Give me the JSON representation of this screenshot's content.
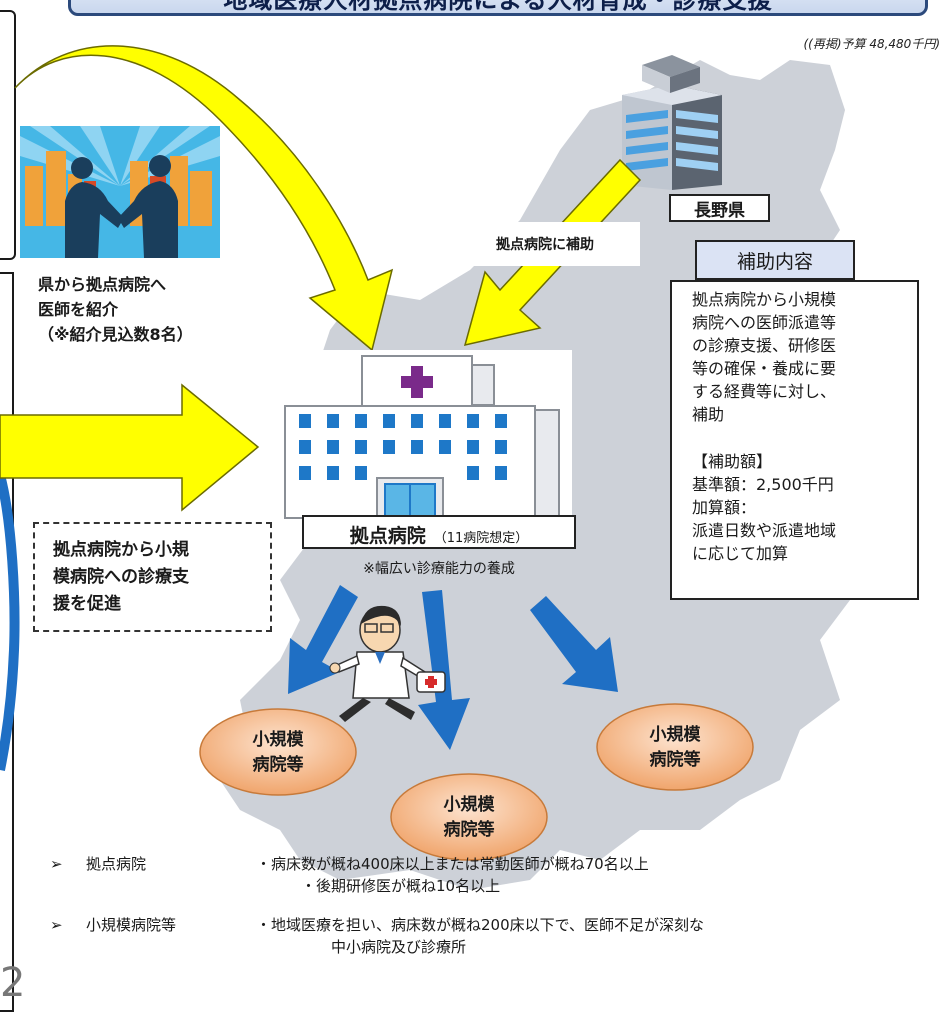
{
  "header": {
    "title": "地域医療人材拠点病院による人材育成・診療支援",
    "budget": "((再掲)予算 48,480千円)"
  },
  "prefecture": {
    "label": "長野県",
    "support_label": "拠点病院に補助"
  },
  "referral": {
    "text": "県から拠点病院へ\n医師を紹介\n（※紹介見込数8名）"
  },
  "aid": {
    "header": "補助内容",
    "description": "拠点病院から小規模\n病院への医師派遣等\nの診療支援、研修医\n等の確保・養成に要\nする経費等に対し、\n補助",
    "amount": "【補助額】\n基準額：2,500千円\n加算額：\n派遣日数や派遣地域\nに応じて加算"
  },
  "hub": {
    "name": "拠点病院",
    "note": "（11病院想定）",
    "sub": "※幅広い診療能力の養成"
  },
  "promo": {
    "text": "拠点病院から小規\n模病院への診療支\n援を促進"
  },
  "small_hospitals": [
    {
      "label": "小規模\n病院等"
    },
    {
      "label": "小規模\n病院等"
    },
    {
      "label": "小規模\n病院等"
    }
  ],
  "notes": [
    {
      "bullet": "➢",
      "term": "拠点病院",
      "definition": "・病床数が概ね400床以上または常勤医師が概ね70名以上\n　　　・後期研修医が概ね10名以上"
    },
    {
      "bullet": "➢",
      "term": "小規模病院等",
      "definition": "・地域医療を担い、病床数が概ね200床以下で、医師不足が深刻な\n　　　　　中小病院及び診療所"
    }
  ],
  "page_number": "2",
  "colors": {
    "map": "#cdd1d8",
    "arrow_yellow": "#ffff00",
    "arrow_blue": "#1f6fc4",
    "banner_border": "#2c4a7c",
    "small_hospital_fill": "#f3b98d"
  }
}
